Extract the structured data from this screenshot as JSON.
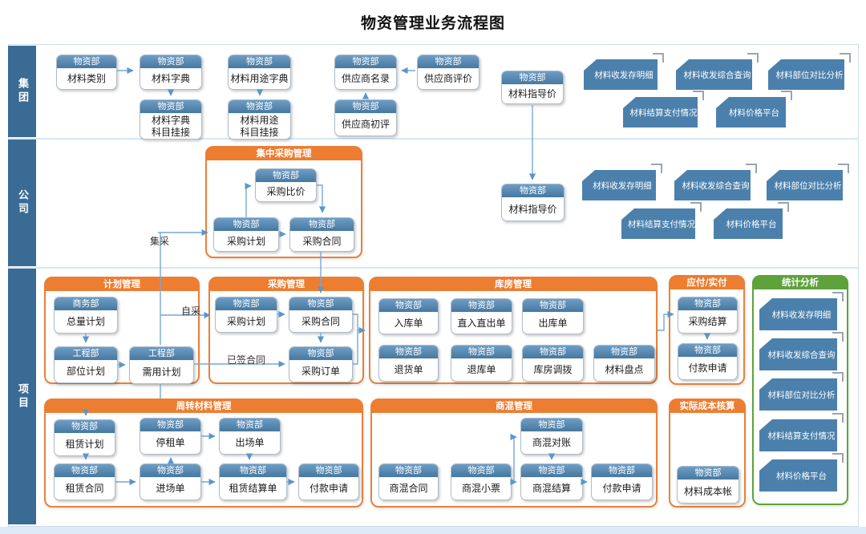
{
  "title": "物资管理业务流程图",
  "lanes": [
    {
      "label": "集团"
    },
    {
      "label": "公司"
    },
    {
      "label": "项目"
    }
  ],
  "groups": [
    {
      "title": "集中采购管理"
    },
    {
      "title": "计划管理"
    },
    {
      "title": "采购管理"
    },
    {
      "title": "库房管理"
    },
    {
      "title": "应付/实付"
    },
    {
      "title": "统计分析"
    },
    {
      "title": "周转材料管理"
    },
    {
      "title": "商混管理"
    },
    {
      "title": "实际成本核算"
    }
  ],
  "nodes": [
    {
      "dept": "物资部",
      "label": "材料类别"
    },
    {
      "dept": "物资部",
      "label": "材料字典"
    },
    {
      "dept": "物资部",
      "label": "材料字典\n科目挂接"
    },
    {
      "dept": "物资部",
      "label": "材料用途字典"
    },
    {
      "dept": "物资部",
      "label": "材料用途\n科目挂接"
    },
    {
      "dept": "物资部",
      "label": "供应商名录"
    },
    {
      "dept": "物资部",
      "label": "供应商初评"
    },
    {
      "dept": "物资部",
      "label": "供应商评价"
    },
    {
      "dept": "物资部",
      "label": "材料指导价"
    },
    {
      "dept": "物资部",
      "label": "采购比价"
    },
    {
      "dept": "物资部",
      "label": "采购计划"
    },
    {
      "dept": "物资部",
      "label": "采购合同"
    },
    {
      "dept": "物资部",
      "label": "材料指导价"
    },
    {
      "dept": "商务部",
      "label": "总量计划"
    },
    {
      "dept": "工程部",
      "label": "部位计划"
    },
    {
      "dept": "工程部",
      "label": "需用计划"
    },
    {
      "dept": "物资部",
      "label": "采购计划"
    },
    {
      "dept": "物资部",
      "label": "采购合同"
    },
    {
      "dept": "物资部",
      "label": "采购订单"
    },
    {
      "dept": "物资部",
      "label": "入库单"
    },
    {
      "dept": "物资部",
      "label": "直入直出单"
    },
    {
      "dept": "物资部",
      "label": "出库单"
    },
    {
      "dept": "物资部",
      "label": "退货单"
    },
    {
      "dept": "物资部",
      "label": "退库单"
    },
    {
      "dept": "物资部",
      "label": "库房调拨"
    },
    {
      "dept": "物资部",
      "label": "材料盘点"
    },
    {
      "dept": "物资部",
      "label": "采购结算"
    },
    {
      "dept": "物资部",
      "label": "付款申请"
    },
    {
      "dept": "物资部",
      "label": "租赁计划"
    },
    {
      "dept": "物资部",
      "label": "停租单"
    },
    {
      "dept": "物资部",
      "label": "出场单"
    },
    {
      "dept": "物资部",
      "label": "租赁合同"
    },
    {
      "dept": "物资部",
      "label": "进场单"
    },
    {
      "dept": "物资部",
      "label": "租赁结算单"
    },
    {
      "dept": "物资部",
      "label": "付款申请"
    },
    {
      "dept": "物资部",
      "label": "商混对账"
    },
    {
      "dept": "物资部",
      "label": "商混合同"
    },
    {
      "dept": "物资部",
      "label": "商混小票"
    },
    {
      "dept": "物资部",
      "label": "商混结算"
    },
    {
      "dept": "物资部",
      "label": "付款申请"
    },
    {
      "dept": "物资部",
      "label": "材料成本帐"
    }
  ],
  "reports": [
    {
      "label": "材料收发存明细"
    },
    {
      "label": "材料收发综合查询"
    },
    {
      "label": "材料部位对比分析"
    },
    {
      "label": "材料结算支付情况"
    },
    {
      "label": "材料价格平台"
    },
    {
      "label": "材料收发存明细"
    },
    {
      "label": "材料收发综合查询"
    },
    {
      "label": "材料部位对比分析"
    },
    {
      "label": "材料结算支付情况"
    },
    {
      "label": "材料价格平台"
    },
    {
      "label": "材料收发存明细"
    },
    {
      "label": "材料收发综合查询"
    },
    {
      "label": "材料部位对比分析"
    },
    {
      "label": "材料结算支付情况"
    },
    {
      "label": "材料价格平台"
    }
  ],
  "edge_labels": {
    "centralized": "集采",
    "self": "自采",
    "signed": "已签合同"
  },
  "edges": [
    "材料类别→材料字典",
    "材料字典→材料字典科目挂接",
    "材料用途字典→材料用途科目挂接",
    "供应商评价→供应商名录",
    "供应商初评→供应商名录",
    "材料指导价(集团)→材料指导价(公司)",
    "需用计划→集采→采购计划(公司)",
    "采购计划(公司)→采购比价",
    "采购比价→采购合同(公司)",
    "采购计划(公司)→采购合同(公司)",
    "采购合同(公司)→采购合同(项目)",
    "总量计划→部位计划",
    "部位计划→需用计划",
    "需用计划→自采→采购计划(项目)",
    "需用计划→已签合同→采购订单",
    "采购计划(项目)→采购合同(项目)",
    "采购合同(项目)→采购订单",
    "采购合同/采购订单→库房管理",
    "库房管理→采购结算",
    "采购结算→付款申请",
    "需用计划→租赁计划",
    "租赁计划→租赁合同",
    "租赁合同→进场单",
    "进场单→停租单",
    "停租单→出场单",
    "出场单→租赁结算单",
    "进场单→租赁结算单",
    "租赁结算单→付款申请",
    "商混小票→商混对账",
    "商混小票→商混结算",
    "商混对账→商混结算",
    "商混结算→付款申请"
  ],
  "colors": {
    "lane_bar": "#3A6B94",
    "node_header": "#4E86B4",
    "report_blue": "#4B80AC",
    "group_orange": "#ED7D31",
    "group_green": "#5EA23C",
    "arrow": "#76A7D4"
  }
}
